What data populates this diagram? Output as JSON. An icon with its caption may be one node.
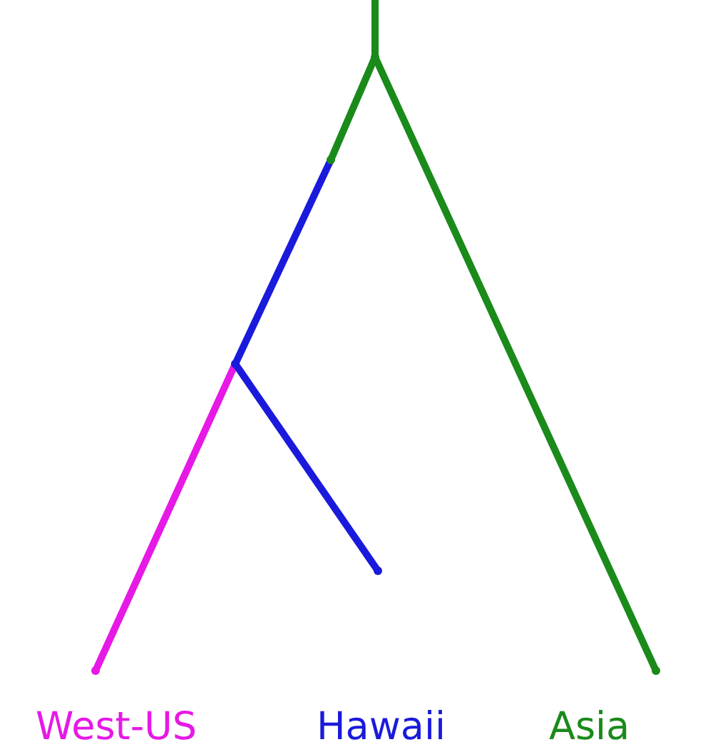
{
  "diagram": {
    "nodes": [
      {
        "text": [],
        "shape": "point"
      },
      {
        "text": [],
        "shape": "point"
      },
      {
        "text": [],
        "shape": "point"
      },
      {
        "text": [],
        "shape": "point",
        "beside": [
          "West-US"
        ]
      },
      {
        "text": [],
        "shape": "point",
        "beside": [
          "Hawaii"
        ]
      },
      {
        "text": [],
        "shape": "point",
        "beside": [
          "Asia"
        ]
      }
    ],
    "edges": [
      {
        "from": null,
        "to": 0,
        "arrow": "none",
        "color": "#1a8a1a"
      },
      {
        "from": 0,
        "to": 5,
        "arrow": "none",
        "color": "#1a8a1a"
      },
      {
        "from": 0,
        "to": 1,
        "arrow": "none",
        "color": "#1a8a1a"
      },
      {
        "from": 1,
        "to": 2,
        "arrow": "none",
        "color": "#1a1adc"
      },
      {
        "from": 2,
        "to": 3,
        "arrow": "none",
        "color": "#e619e6"
      },
      {
        "from": 2,
        "to": 4,
        "arrow": "none",
        "color": "#1a1adc"
      }
    ]
  }
}
